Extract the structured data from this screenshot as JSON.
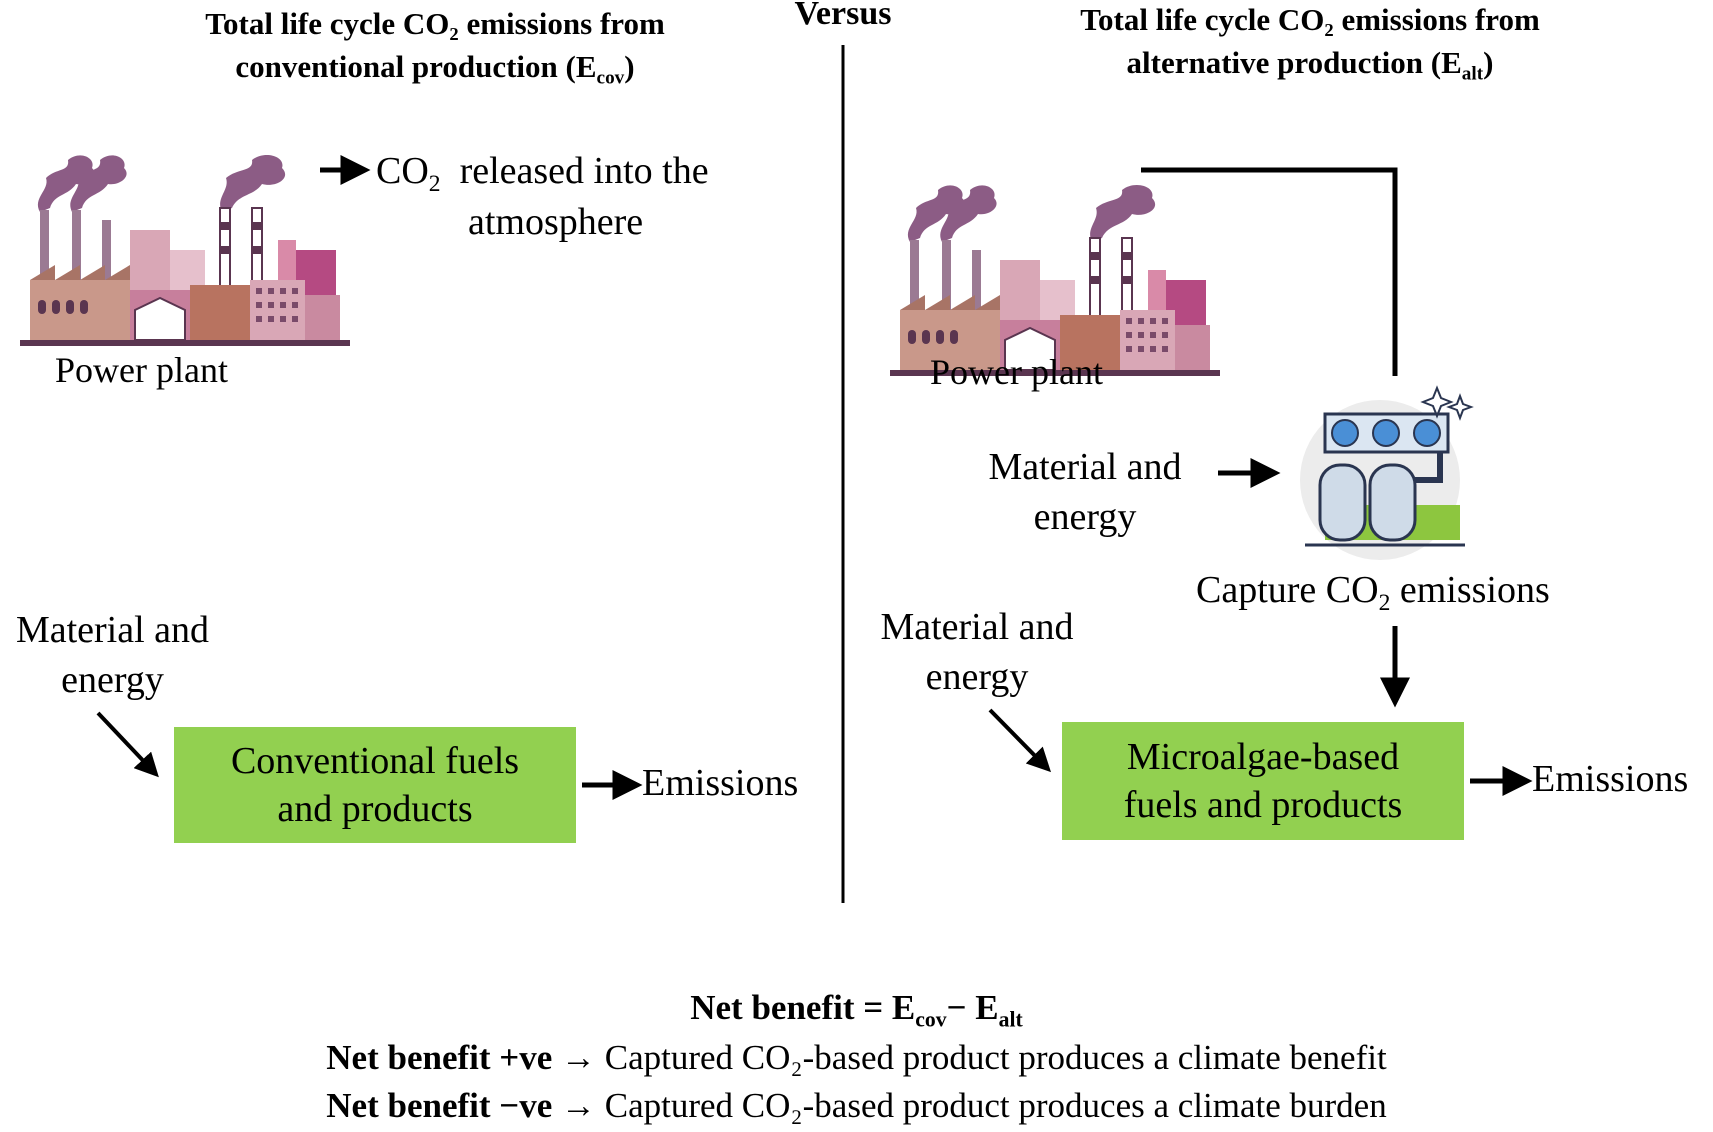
{
  "header": {
    "versus": "Versus",
    "left_title_line1": "Total life cycle CO₂ emissions from",
    "left_title_line2": "conventional production (E",
    "left_title_sub": "cov",
    "left_title_end": ")",
    "right_title_line1": "Total life cycle CO₂ emissions from",
    "right_title_line2": "alternative production (E",
    "right_title_sub": "alt",
    "right_title_end": ")"
  },
  "left": {
    "co2_prefix": "CO",
    "co2_sub": "2",
    "co2_suffix": "  released into the",
    "co2_line2": "atmosphere",
    "plant_label": "Power plant",
    "input_line1": "Material and",
    "input_line2": "energy",
    "box_line1": "Conventional fuels",
    "box_line2": "and products",
    "emissions": "Emissions"
  },
  "right": {
    "plant_label": "Power plant",
    "capture_input_line1": "Material and",
    "capture_input_line2": "energy",
    "capture_prefix": "Capture CO",
    "capture_sub": "2",
    "capture_suffix": " emissions",
    "input_line1": "Material and",
    "input_line2": "energy",
    "box_line1": "Microalgae-based",
    "box_line2": "fuels and products",
    "emissions": "Emissions"
  },
  "footer": {
    "net_label": "Net benefit = E",
    "net_sub1": "cov",
    "net_minus": "− E",
    "net_sub2": "alt",
    "pos_label": "Net benefit +ve",
    "pos_text": " → Captured CO₂-based product produces a climate benefit",
    "neg_label": "Net benefit −ve",
    "neg_text": " → Captured CO₂-based product produces a climate burden"
  },
  "colors": {
    "box_fill": "#92d050",
    "smoke": "#8c5c85",
    "factory_pink": "#d9a7b6",
    "factory_magenta": "#b54a82"
  },
  "icons": [
    "factory-icon",
    "carbon-capture-icon",
    "arrow-icon",
    "sparkle-icon"
  ]
}
